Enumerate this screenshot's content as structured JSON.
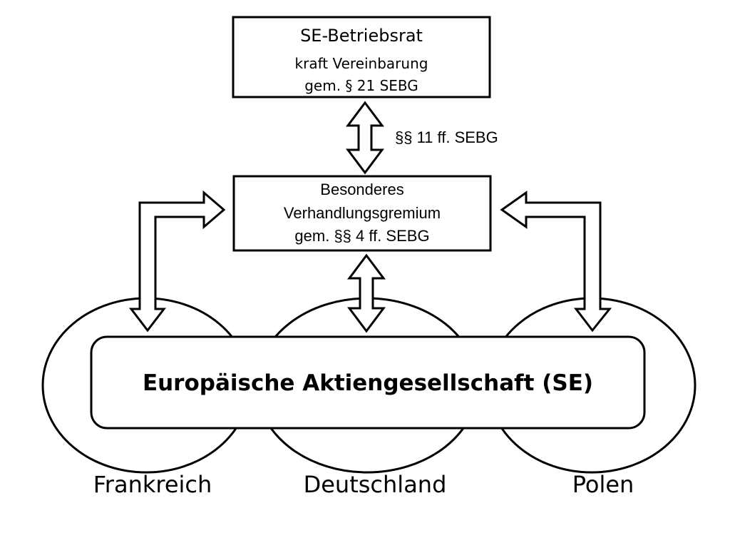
{
  "top_box": {
    "title": "SE-Betriebsrat",
    "line2": "kraft Vereinbarung",
    "line3": "gem. § 21 SEBG"
  },
  "arrow_label": "§§ 11 ff. SEBG",
  "middle_box": {
    "line1": "Besonderes",
    "line2": "Verhandlungsgremium",
    "line3": "gem. §§ 4 ff. SEBG"
  },
  "se_box": {
    "label": "Europäische Aktiengesellschaft (SE)"
  },
  "countries": [
    "Frankreich",
    "Deutschland",
    "Polen"
  ]
}
